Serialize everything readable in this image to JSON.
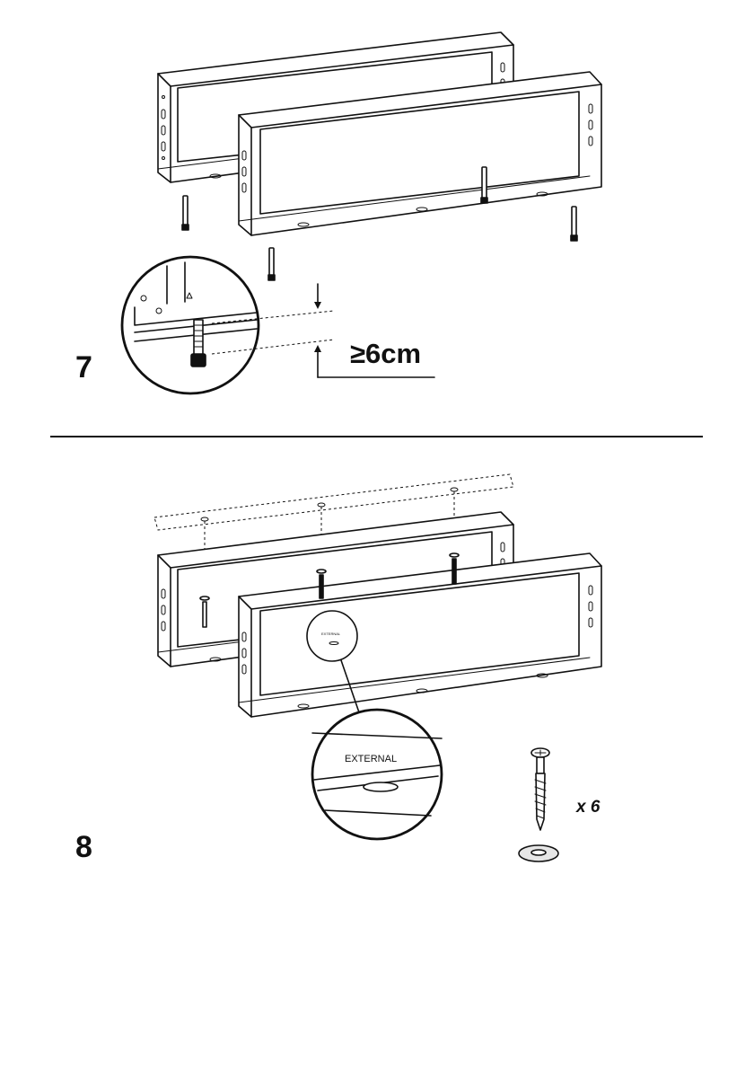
{
  "step7": {
    "number": "7",
    "measurement": "≥6cm"
  },
  "divider_color": "#111111",
  "step8": {
    "number": "8",
    "frame_label": "EXTERNAL",
    "zoom_label": "EXTERNAL",
    "screw_quantity": "x 6"
  },
  "icons": [
    "steel-frame",
    "bolt",
    "screw",
    "washer",
    "magnifier-circle",
    "dimension-arrow"
  ]
}
